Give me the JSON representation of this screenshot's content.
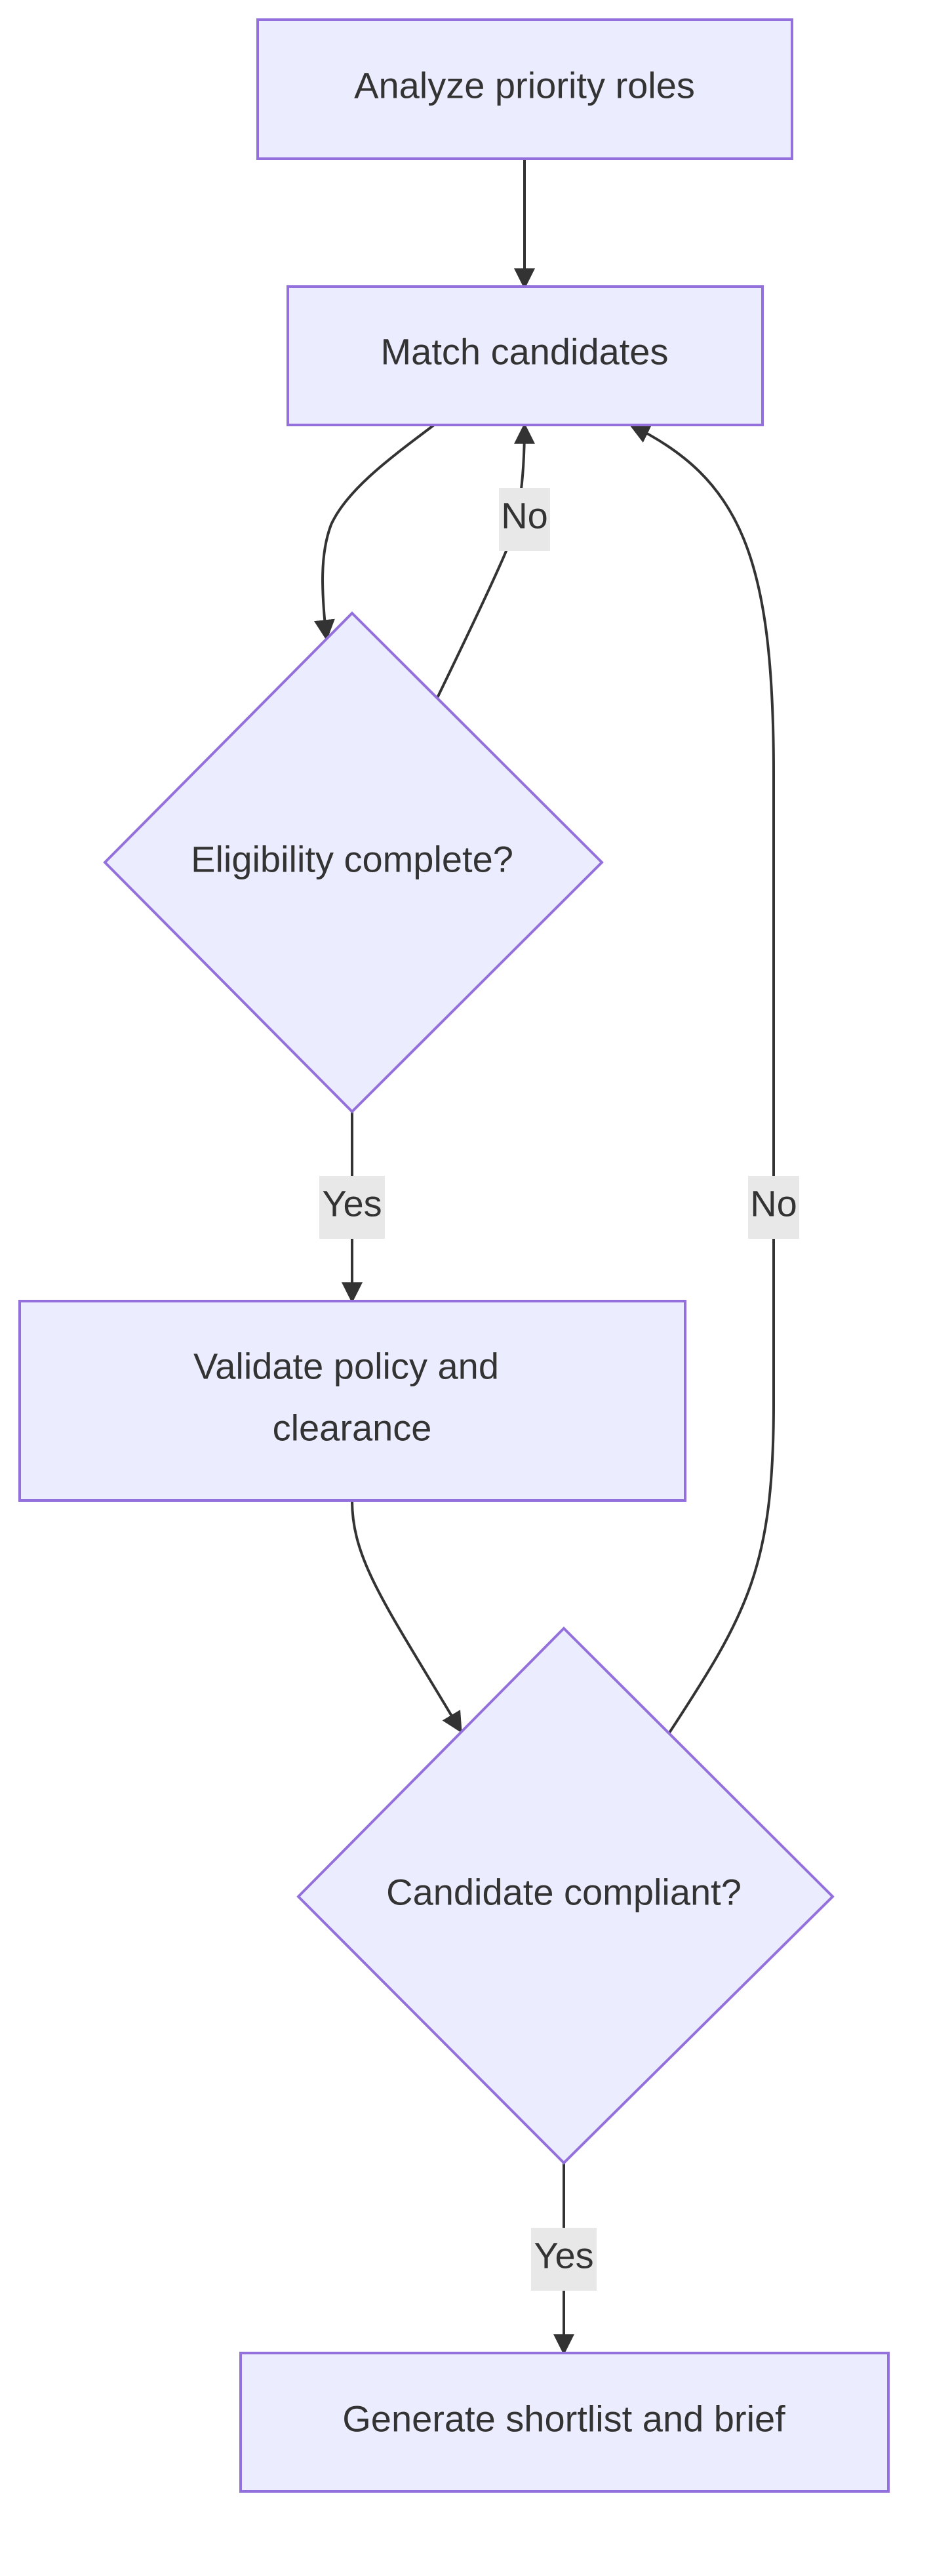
{
  "colors": {
    "node_fill": "#ECECFF",
    "node_stroke": "#9370DB",
    "edge": "#333333",
    "label_bg": "#E8E8E8",
    "text": "#333333"
  },
  "nodes": {
    "analyze": {
      "shape": "rect",
      "label": "Analyze priority roles"
    },
    "match": {
      "shape": "rect",
      "label": "Match candidates"
    },
    "eligibility": {
      "shape": "diamond",
      "label": "Eligibility complete?"
    },
    "validate": {
      "shape": "rect",
      "label_line1": "Validate policy and",
      "label_line2": "clearance"
    },
    "compliant": {
      "shape": "diamond",
      "label": "Candidate compliant?"
    },
    "shortlist": {
      "shape": "rect",
      "label": "Generate shortlist and brief"
    }
  },
  "edges": [
    {
      "from": "analyze",
      "to": "match",
      "label": ""
    },
    {
      "from": "match",
      "to": "eligibility",
      "label": ""
    },
    {
      "from": "eligibility",
      "to": "match",
      "label": "No"
    },
    {
      "from": "eligibility",
      "to": "validate",
      "label": "Yes"
    },
    {
      "from": "validate",
      "to": "compliant",
      "label": ""
    },
    {
      "from": "compliant",
      "to": "match",
      "label": "No"
    },
    {
      "from": "compliant",
      "to": "shortlist",
      "label": "Yes"
    }
  ]
}
